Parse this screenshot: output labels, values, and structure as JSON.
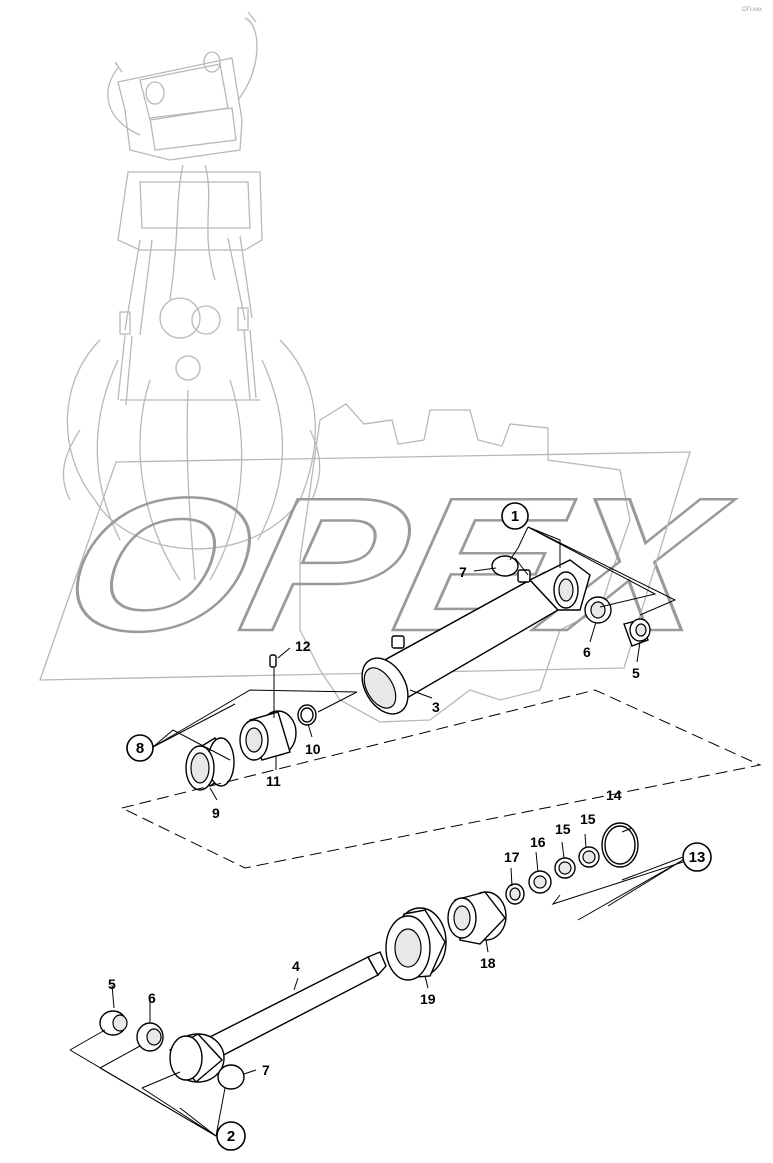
{
  "doc_code": "ОП-xxx",
  "watermark": "OPEX",
  "callouts_circled": [
    {
      "id": "c1",
      "label": "1"
    },
    {
      "id": "c8",
      "label": "8"
    },
    {
      "id": "c13",
      "label": "13"
    },
    {
      "id": "c2",
      "label": "2"
    }
  ],
  "labels": [
    {
      "id": "l7a",
      "label": "7"
    },
    {
      "id": "l6a",
      "label": "6"
    },
    {
      "id": "l5a",
      "label": "5"
    },
    {
      "id": "l3",
      "label": "3"
    },
    {
      "id": "l12",
      "label": "12"
    },
    {
      "id": "l10",
      "label": "10"
    },
    {
      "id": "l11",
      "label": "11"
    },
    {
      "id": "l9",
      "label": "9"
    },
    {
      "id": "l14",
      "label": "14"
    },
    {
      "id": "l17",
      "label": "17"
    },
    {
      "id": "l16",
      "label": "16"
    },
    {
      "id": "l15a",
      "label": "15"
    },
    {
      "id": "l15b",
      "label": "15"
    },
    {
      "id": "l4",
      "label": "4"
    },
    {
      "id": "l18",
      "label": "18"
    },
    {
      "id": "l19",
      "label": "19"
    },
    {
      "id": "l5b",
      "label": "5"
    },
    {
      "id": "l6b",
      "label": "6"
    },
    {
      "id": "l7b",
      "label": "7"
    }
  ]
}
